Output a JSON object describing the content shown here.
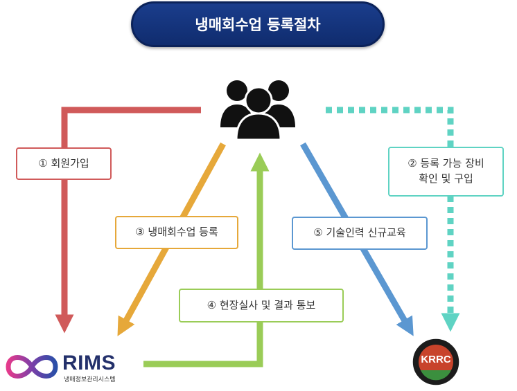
{
  "title": "냉매회수업 등록절차",
  "steps": {
    "s1": "① 회원가입",
    "s2": "② 등록 가능 장비\n확인 및 구입",
    "s3": "③ 냉매회수업 등록",
    "s4": "④ 현장실사 및 결과 통보",
    "s5": "⑤ 기술인력 신규교육"
  },
  "rims": {
    "name": "RIMS",
    "subtitle": "냉매정보관리시스템"
  },
  "krrc": {
    "name": "KRRC"
  },
  "icons": {
    "users": "users-group-icon"
  },
  "colors": {
    "title_bg": "#143478",
    "step1": "#d05a5a",
    "step2": "#5fd3c3",
    "step3": "#e6a83a",
    "step4": "#9acc57",
    "step5": "#5b97d1"
  }
}
